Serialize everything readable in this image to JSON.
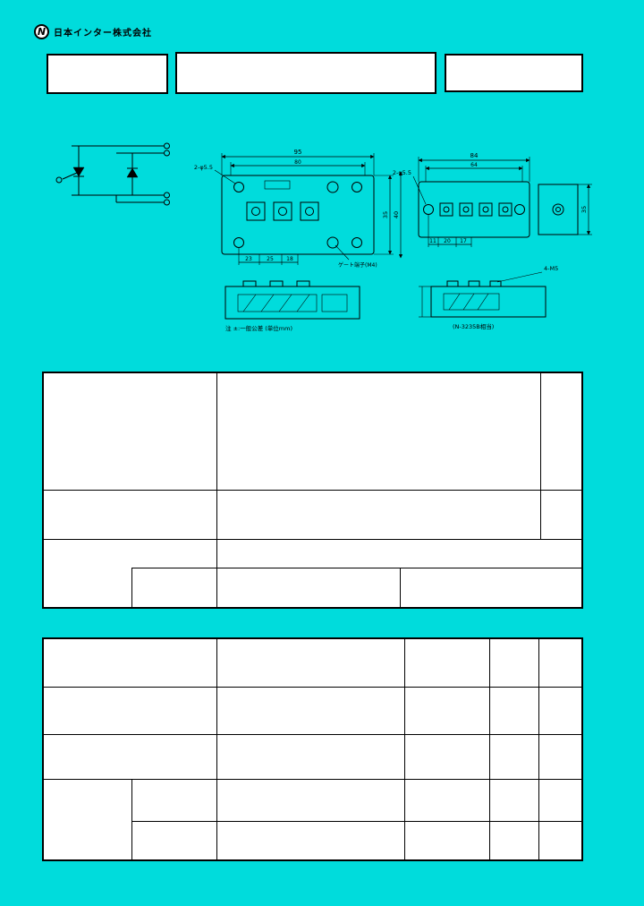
{
  "page": {
    "background": "#00dcdc",
    "ink": "#000000"
  },
  "logo": {
    "mark": "N",
    "company": "日本インター株式会社"
  },
  "drawing": {
    "dims": {
      "left_hole": "2-φ5.5",
      "left_width": "95",
      "left_pitch": "80",
      "left_b1": "23",
      "left_b2": "25",
      "left_b3": "18",
      "left_h1": "35",
      "left_h2": "40",
      "gate_note": "ゲート端子(M4)",
      "right_hole": "2-φ5.5",
      "right_width": "84",
      "right_pitch": "64",
      "right_b1": "11",
      "right_b2": "20",
      "right_b3": "17",
      "right_h": "35",
      "screw_note": "4-M5",
      "unit_note": "注 ±:一般公差 (単位mm)",
      "model_note": "(N-3235B相当)"
    }
  }
}
